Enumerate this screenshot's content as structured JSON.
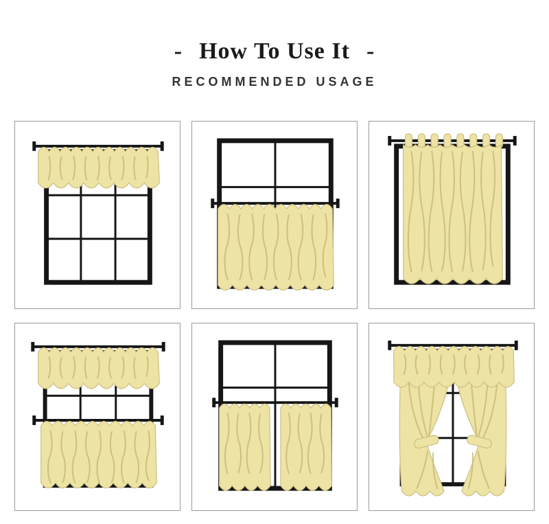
{
  "header": {
    "title": "How To Use It",
    "dash_left": "-",
    "dash_right": "-",
    "subtitle": "RECOMMENDED USAGE"
  },
  "colors": {
    "page_bg": "#ffffff",
    "title_color": "#1a1a1a",
    "subtitle_color": "#333333",
    "panel_border": "#9a9a9a",
    "frame_black": "#161616",
    "curtain_fill": "#ece3a4",
    "curtain_edge": "#cdbe80",
    "curtain_fold": "#c9b978"
  },
  "panels": [
    {
      "name": "valance",
      "illustration": "valance-across-top-of-window"
    },
    {
      "name": "tier-curtain",
      "illustration": "tier-curtain-covering-lower-half"
    },
    {
      "name": "full-panel",
      "illustration": "full-length-curtain-panel"
    },
    {
      "name": "valance-plus-tier",
      "illustration": "valance-with-lower-tier-curtain"
    },
    {
      "name": "tier-pair",
      "illustration": "two-tier-panels-on-lower-half"
    },
    {
      "name": "valance-plus-tiebacks",
      "illustration": "valance-with-tied-back-drapes"
    }
  ]
}
